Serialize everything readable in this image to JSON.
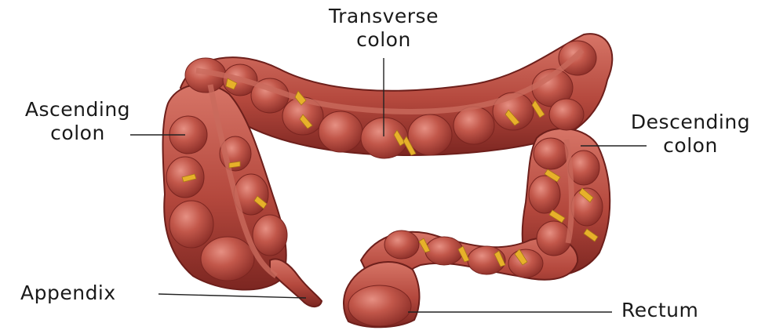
{
  "labels": {
    "transverse": {
      "line1": "Transverse",
      "line2": "colon"
    },
    "ascending": {
      "line1": "Ascending",
      "line2": "colon"
    },
    "descending": {
      "line1": "Descending",
      "line2": "colon"
    },
    "appendix": {
      "line1": "Appendix"
    },
    "rectum": {
      "line1": "Rectum"
    }
  },
  "colors": {
    "background": "#ffffff",
    "text": "#1a1a1a",
    "leader_line": "#222222",
    "tissue_dark": "#7c2621",
    "tissue_mid": "#b4483d",
    "tissue_light": "#d77567",
    "fat_yellow": "#e7b12a"
  }
}
